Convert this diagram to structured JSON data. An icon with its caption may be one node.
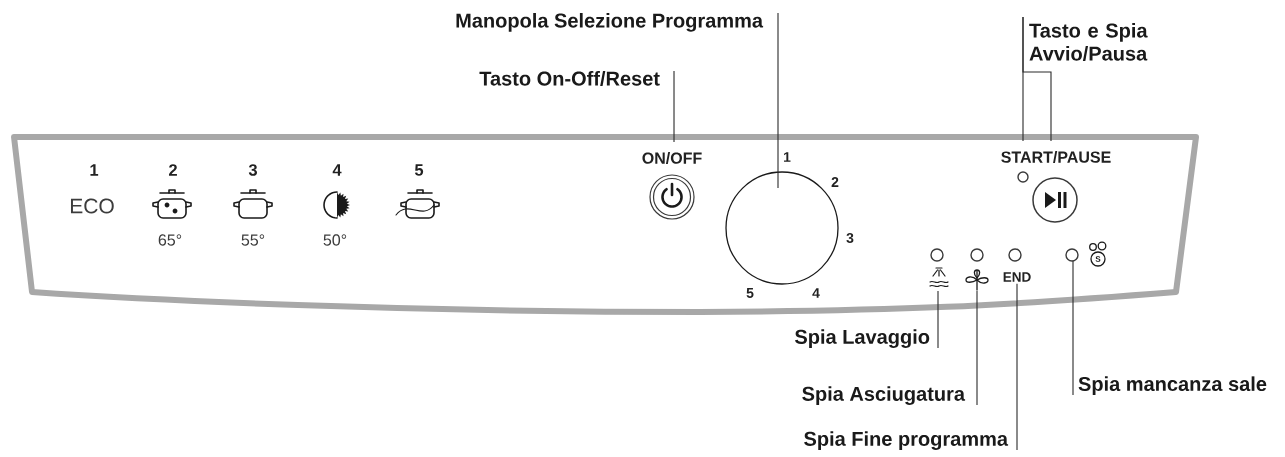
{
  "diagram": {
    "nodes": [
      {
        "text": [
          "Manopola Selezione Programma"
        ]
      },
      {
        "text": [
          "Tasto e Spia Avvio/Pausa"
        ]
      },
      {
        "text": [
          "Tasto On-Off/Reset"
        ]
      },
      {
        "text": [
          "ON/OFF"
        ]
      },
      {
        "text": [
          "START/PAUSE"
        ]
      },
      {
        "text": [],
        "shape": "circle"
      },
      {
        "text": [],
        "shape": "circle",
        "beside": [
          "1",
          "2",
          "3",
          "5",
          "4"
        ]
      },
      {
        "text": [],
        "shape": "circle"
      },
      {
        "text": [],
        "shape": "circle"
      },
      {
        "text": [],
        "shape": "circle"
      },
      {
        "text": [],
        "shape": "circle"
      },
      {
        "text": [],
        "shape": "picture"
      },
      {
        "text": [],
        "shape": "picture"
      },
      {
        "text": [
          "END"
        ]
      },
      {
        "text": [
          "Spia Lavaggio"
        ]
      },
      {
        "text": [
          "Spia Asciugatura"
        ]
      },
      {
        "text": [
          "Spia mancanza sale"
        ]
      },
      {
        "text": [
          "Spia Fine programma"
        ]
      }
    ],
    "edges": [
      {
        "from": 0,
        "to": 6,
        "arrow": "none"
      },
      {
        "from": 1,
        "to": 4,
        "arrow": "none"
      },
      {
        "from": 1,
        "to": 4,
        "arrow": "none"
      },
      {
        "from": 2,
        "to": 3,
        "arrow": "none"
      },
      {
        "from": 14,
        "to": 11,
        "arrow": "none"
      },
      {
        "from": 15,
        "to": 12,
        "arrow": "none"
      },
      {
        "from": 16,
        "to": 10,
        "arrow": "none"
      },
      {
        "from": 17,
        "to": 13,
        "arrow": "none"
      }
    ],
    "labels": [
      "1",
      "2",
      "3",
      "4",
      "5",
      "ECO",
      "65°",
      "55°",
      "50°",
      "S"
    ]
  }
}
